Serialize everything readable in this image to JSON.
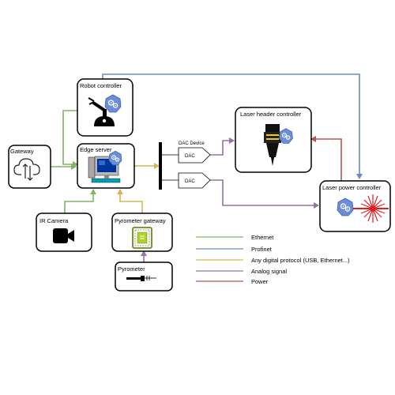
{
  "nodes": {
    "robot_controller": {
      "label": "Robot controller"
    },
    "gateway": {
      "label": "Gateway"
    },
    "edge_server": {
      "label": "Edge server"
    },
    "ir_camera": {
      "label": "IR Camera"
    },
    "pyrometer_gateway": {
      "label": "Pyrometer gateway"
    },
    "pyrometer": {
      "label": "Pyrometer"
    },
    "laser_header_controller": {
      "label": "Laser header controller"
    },
    "laser_power_controller": {
      "label": "Laser power controller"
    },
    "dac_device": {
      "label": "DAC Device"
    },
    "dac_1": {
      "label": "DAC"
    },
    "dac_2": {
      "label": "DAC"
    }
  },
  "legend": [
    {
      "label": "Ethernet",
      "color": "#82b366"
    },
    {
      "label": "Profinet",
      "color": "#6c8ebf"
    },
    {
      "label": "Any digital protocol (USB, Ethernet...)",
      "color": "#d6b656"
    },
    {
      "label": "Analog signal",
      "color": "#9673a6"
    },
    {
      "label": "Power",
      "color": "#b85450"
    }
  ],
  "icons": {
    "robot": "robot-arm-icon",
    "cloud": "cloud-upload-download-icon",
    "computer": "desktop-computer-icon",
    "camera": "video-camera-icon",
    "pyro_gw": "pyrometer-gateway-icon",
    "pyrometer": "pyrometer-probe-icon",
    "laser_head": "laser-head-icon",
    "laser_burst": "laser-burst-icon",
    "k8s": "kubernetes-icon"
  }
}
